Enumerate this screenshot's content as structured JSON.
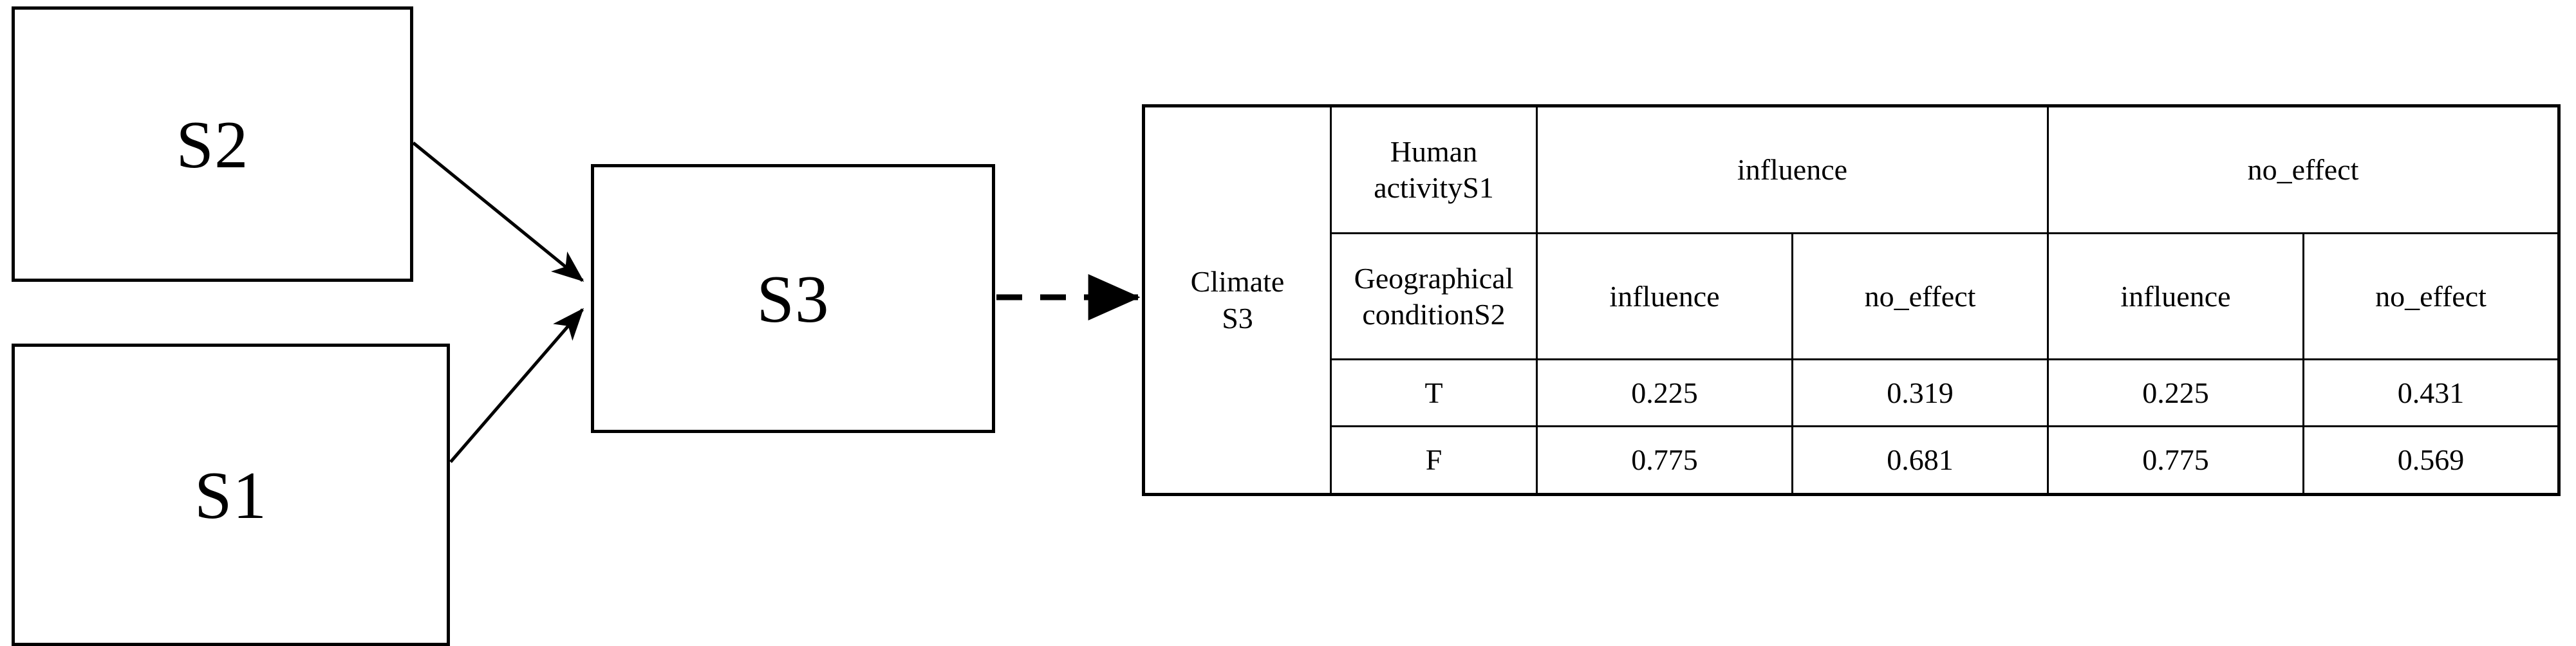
{
  "diagram": {
    "nodes": [
      {
        "id": "s2",
        "label": "S2"
      },
      {
        "id": "s1",
        "label": "S1"
      },
      {
        "id": "s3",
        "label": "S3"
      }
    ],
    "edges": [
      {
        "from": "S2",
        "to": "S3",
        "style": "solid-arrow"
      },
      {
        "from": "S1",
        "to": "S3",
        "style": "solid-arrow"
      },
      {
        "from": "S3",
        "to": "cpt-table",
        "style": "dashed-arrow"
      }
    ]
  },
  "cpt": {
    "row_variable_label": "Climate\nS3",
    "row_variable_line1": "Climate",
    "row_variable_line2": "S3",
    "parent1_label_line1": "Human",
    "parent1_label_line2": "activityS1",
    "parent2_label_line1": "Geographical",
    "parent2_label_line2": "conditionS2",
    "parent1_states": [
      "influence",
      "no_effect"
    ],
    "parent2_states": [
      "influence",
      "no_effect",
      "influence",
      "no_effect"
    ],
    "row_states": [
      "T",
      "F"
    ],
    "values": [
      [
        "0.225",
        "0.319",
        "0.225",
        "0.431"
      ],
      [
        "0.775",
        "0.681",
        "0.775",
        "0.569"
      ]
    ]
  },
  "colors": {
    "stroke": "#000000",
    "background": "#ffffff"
  }
}
